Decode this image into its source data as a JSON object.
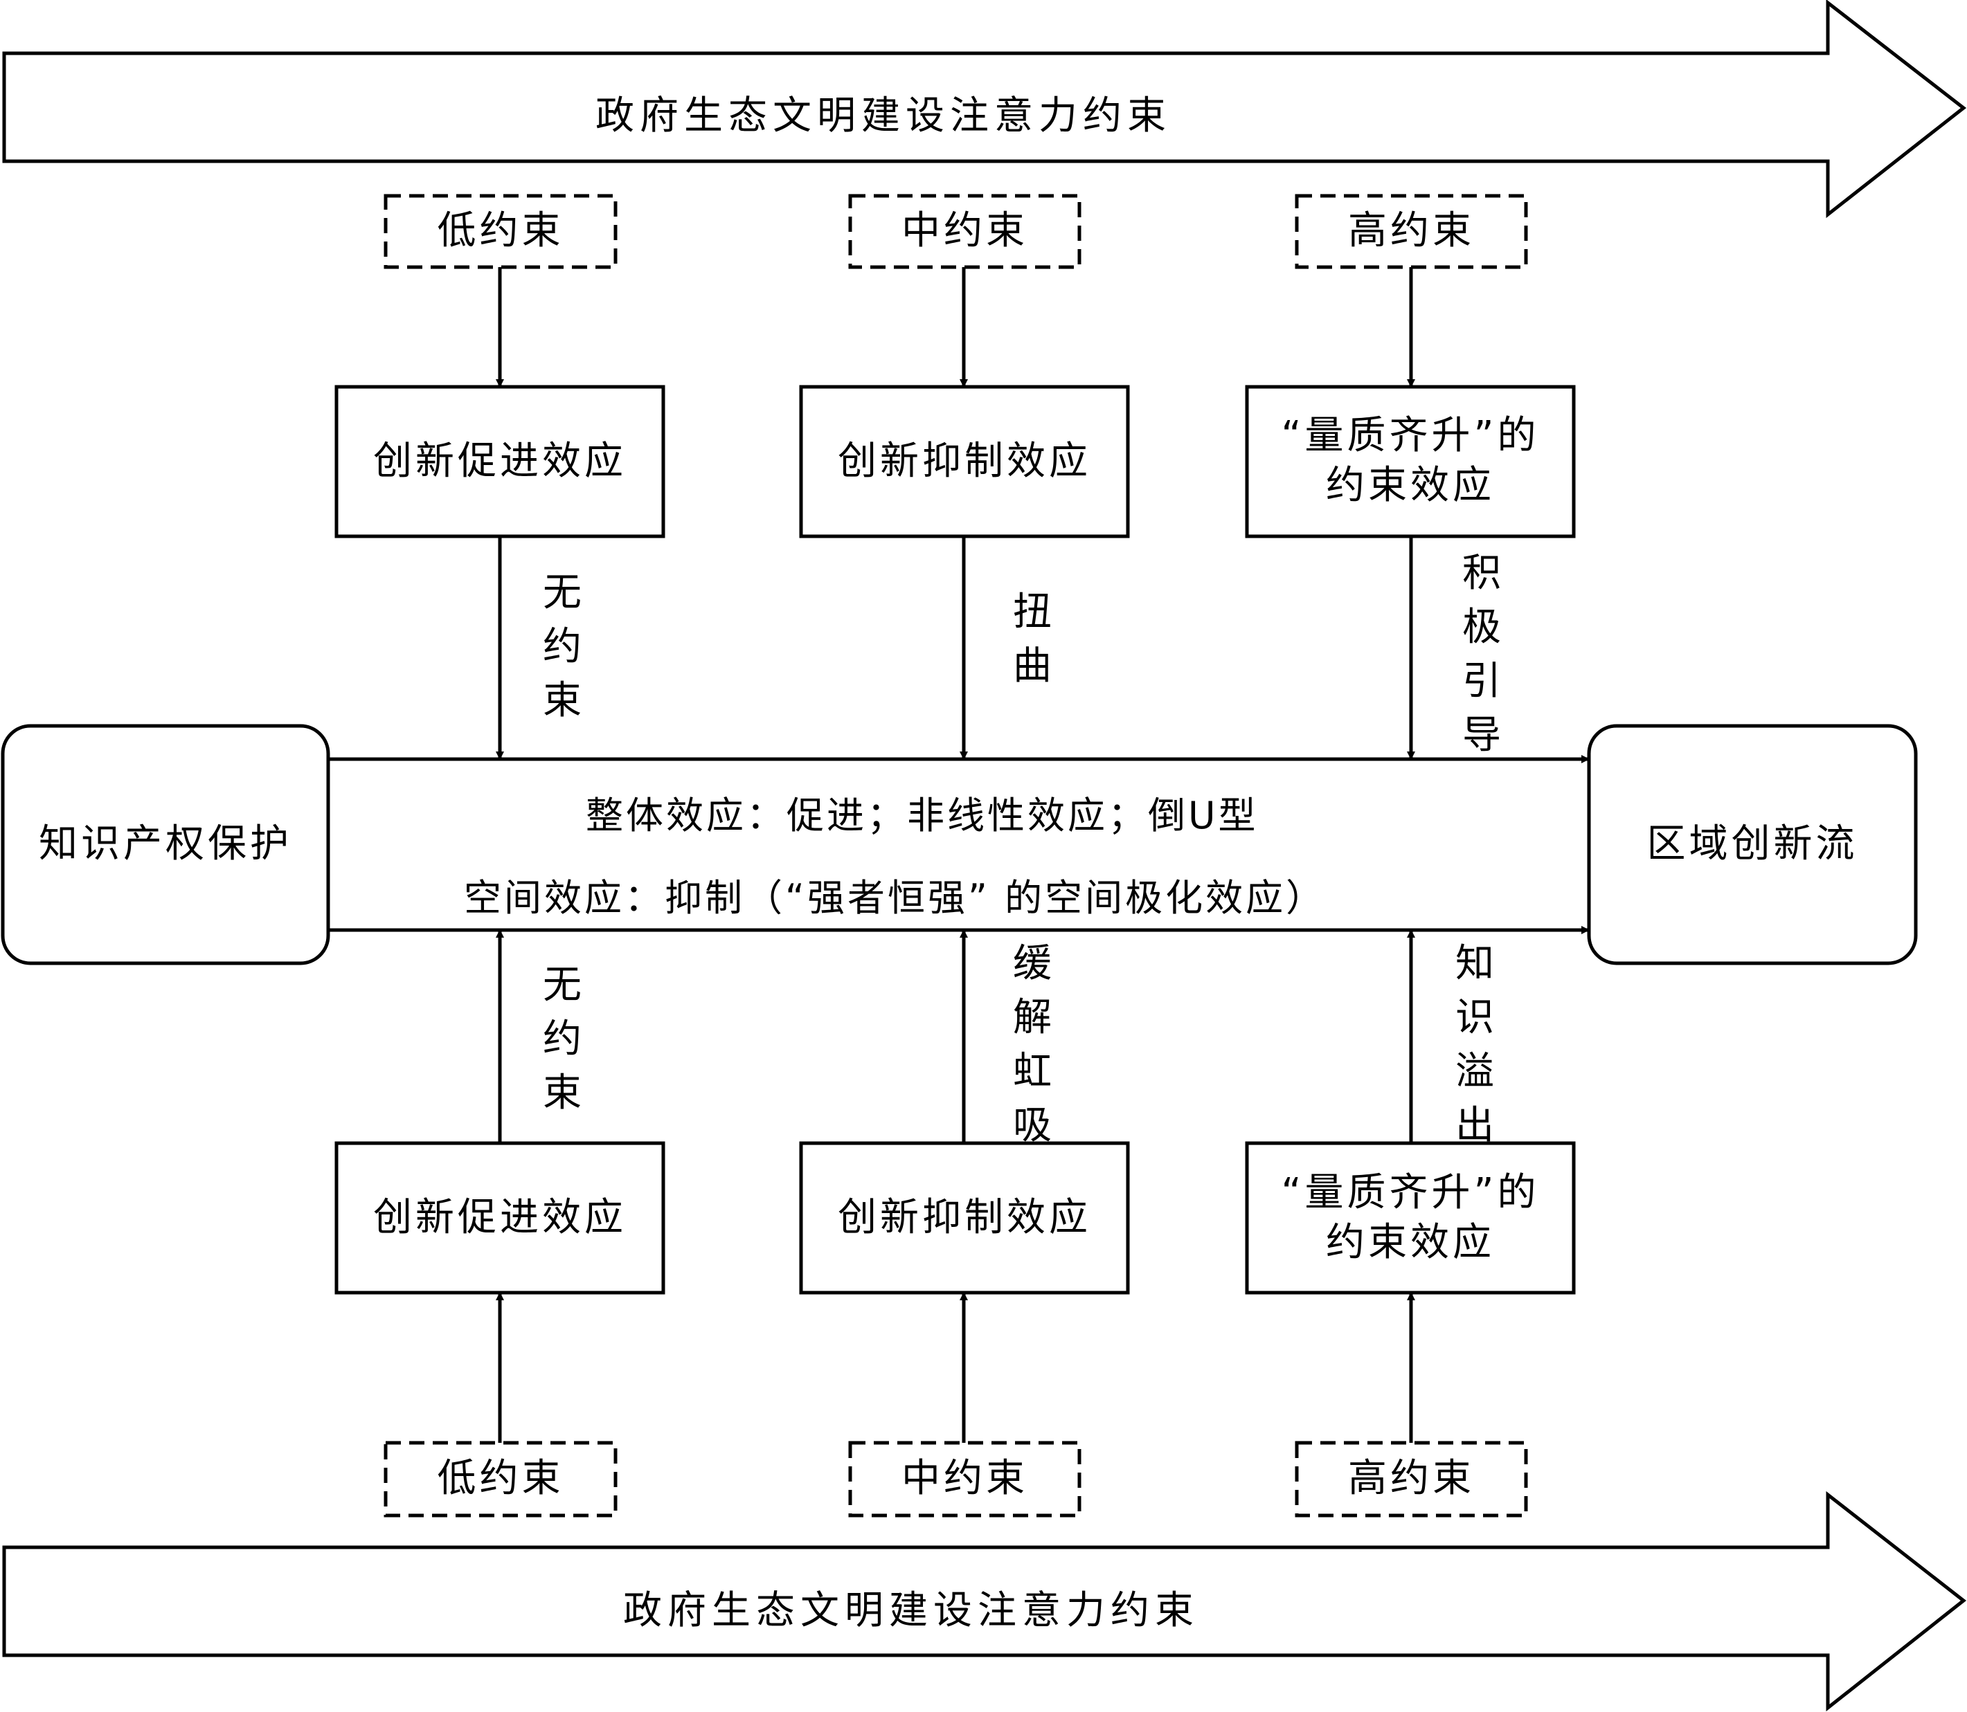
{
  "top_arrow_label": "政府生态文明建设注意力约束",
  "bottom_arrow_label": "政府生态文明建设注意力约束",
  "left_node": "知识产权保护",
  "right_node": "区域创新流",
  "center": {
    "line1": "整体效应：促进；非线性效应；倒U型",
    "line2": "空间效应：抑制（“强者恒强” 的空间极化效应）"
  },
  "top": {
    "constraints": [
      "低约束",
      "中约束",
      "高约束"
    ],
    "effects": {
      "promote": "创新促进效应",
      "inhibit": "创新抑制效应",
      "quality_line1": "“量质齐升”的",
      "quality_line2": "约束效应"
    },
    "arrow_labels": [
      "无约束",
      "扭曲",
      "积极引导"
    ]
  },
  "bottom": {
    "constraints": [
      "低约束",
      "中约束",
      "高约束"
    ],
    "effects": {
      "promote": "创新促进效应",
      "inhibit": "创新抑制效应",
      "quality_line1": "“量质齐升”的",
      "quality_line2": "约束效应"
    },
    "arrow_labels": [
      "无约束",
      "缓解虹吸",
      "知识溢出"
    ]
  }
}
